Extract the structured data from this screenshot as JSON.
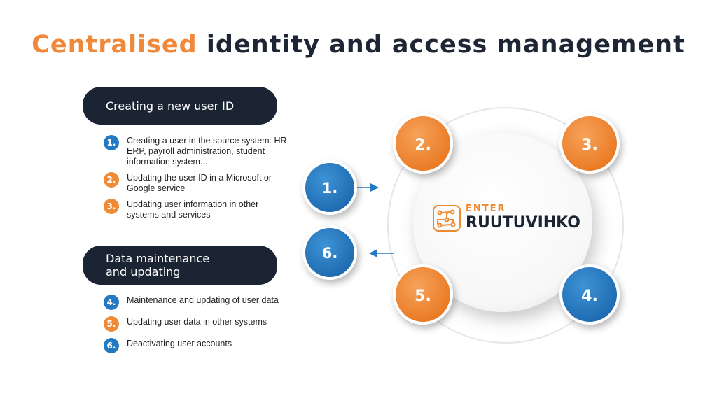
{
  "title": {
    "accent": "Centralised",
    "rest": " identity and access management"
  },
  "section1": {
    "label": "Creating a new user ID",
    "items": [
      {
        "num": "1.",
        "text": "Creating a user in the source system: HR, ERP, payroll administration, student information system..."
      },
      {
        "num": "2.",
        "text": "Updating the user ID in a Microsoft or Google service"
      },
      {
        "num": "3.",
        "text": "Updating user information in other systems and services"
      }
    ]
  },
  "section2": {
    "label_line1": "Data maintenance",
    "label_line2": "and updating",
    "items": [
      {
        "num": "4.",
        "text": "Maintenance and updating of user data"
      },
      {
        "num": "5.",
        "text": "Updating user data in other systems"
      },
      {
        "num": "6.",
        "text": "Deactivating user accounts"
      }
    ]
  },
  "diagram": {
    "steps": [
      "1.",
      "2.",
      "3.",
      "4.",
      "5.",
      "6."
    ],
    "colors": {
      "orange": "#f0883a",
      "blue": "#2379c2",
      "dark": "#1b2433"
    }
  },
  "logo": {
    "small": "ENTER",
    "main": "RUUTUVIHKO"
  }
}
